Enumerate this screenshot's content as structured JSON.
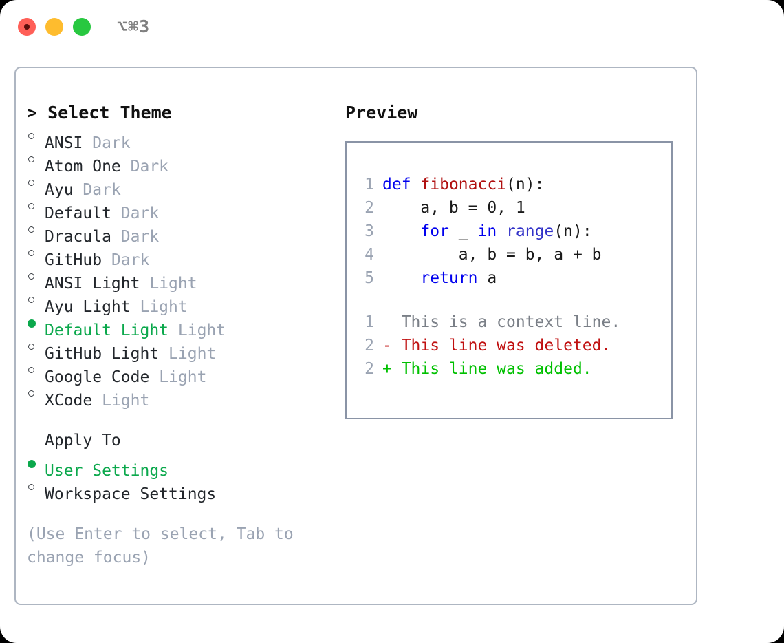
{
  "window": {
    "traffic_lights": [
      "close-red",
      "minimize-amber",
      "maximize-green"
    ],
    "shortcut": "⌥⌘3"
  },
  "theme_list": {
    "header": "> Select Theme",
    "items": [
      {
        "bullet": "○",
        "label": "ANSI",
        "suffix": "Dark",
        "selected": false
      },
      {
        "bullet": "○",
        "label": "Atom One",
        "suffix": "Dark",
        "selected": false
      },
      {
        "bullet": "○",
        "label": "Ayu",
        "suffix": "Dark",
        "selected": false
      },
      {
        "bullet": "○",
        "label": "Default",
        "suffix": "Dark",
        "selected": false
      },
      {
        "bullet": "○",
        "label": "Dracula",
        "suffix": "Dark",
        "selected": false
      },
      {
        "bullet": "○",
        "label": "GitHub",
        "suffix": "Dark",
        "selected": false
      },
      {
        "bullet": "○",
        "label": "ANSI Light",
        "suffix": "Light",
        "selected": false
      },
      {
        "bullet": "○",
        "label": "Ayu Light",
        "suffix": "Light",
        "selected": false
      },
      {
        "bullet": "●",
        "label": "Default Light",
        "suffix": "Light",
        "selected": true
      },
      {
        "bullet": "○",
        "label": "GitHub Light",
        "suffix": "Light",
        "selected": false
      },
      {
        "bullet": "○",
        "label": "Google Code",
        "suffix": "Light",
        "selected": false
      },
      {
        "bullet": "○",
        "label": "XCode",
        "suffix": "Light",
        "selected": false
      }
    ]
  },
  "apply_to": {
    "header": "Apply To",
    "items": [
      {
        "bullet": "●",
        "label": "User Settings",
        "selected": true
      },
      {
        "bullet": "○",
        "label": "Workspace Settings",
        "selected": false
      }
    ]
  },
  "hint": "(Use Enter to select, Tab to change focus)",
  "preview": {
    "header": "Preview",
    "code_lines": [
      {
        "no": "1",
        "tokens": [
          {
            "t": "def",
            "c": "kw"
          },
          {
            "t": " ",
            "c": "plain"
          },
          {
            "t": "fibonacci",
            "c": "fn"
          },
          {
            "t": "(n):",
            "c": "plain"
          }
        ]
      },
      {
        "no": "2",
        "tokens": [
          {
            "t": "    a, b = 0, 1",
            "c": "plain"
          }
        ]
      },
      {
        "no": "3",
        "tokens": [
          {
            "t": "    ",
            "c": "plain"
          },
          {
            "t": "for",
            "c": "kw"
          },
          {
            "t": " _ ",
            "c": "plain"
          },
          {
            "t": "in",
            "c": "kw"
          },
          {
            "t": " ",
            "c": "plain"
          },
          {
            "t": "range",
            "c": "bi"
          },
          {
            "t": "(n):",
            "c": "plain"
          }
        ]
      },
      {
        "no": "4",
        "tokens": [
          {
            "t": "        a, b = b, a + b",
            "c": "plain"
          }
        ]
      },
      {
        "no": "5",
        "tokens": [
          {
            "t": "    ",
            "c": "plain"
          },
          {
            "t": "return",
            "c": "kw"
          },
          {
            "t": " a",
            "c": "plain"
          }
        ]
      }
    ],
    "diff_lines": [
      {
        "no": "1",
        "marker": " ",
        "text": "  This is a context line.",
        "kind": "ctx"
      },
      {
        "no": "2",
        "marker": "-",
        "text": "- This line was deleted.",
        "kind": "del"
      },
      {
        "no": "2",
        "marker": "+",
        "text": "+ This line was added.",
        "kind": "add"
      }
    ]
  },
  "colors": {
    "accent_green": "#0ba84c",
    "muted_gray": "#9aa3b2",
    "keyword_blue": "#0000ee",
    "function_red": "#b01010",
    "diff_delete": "#c01010",
    "diff_add": "#00c000",
    "panel_border": "#aeb6c2",
    "preview_border": "#8a94a6"
  }
}
